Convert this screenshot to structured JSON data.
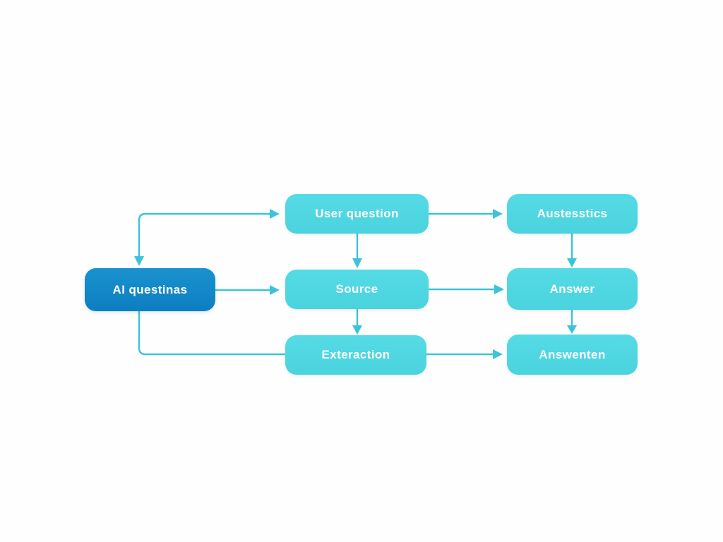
{
  "diagram": {
    "title": "",
    "background_color": "#fefefe",
    "colors": {
      "primary_node": "#1288c9",
      "secondary_node": "#4fd8e2",
      "connector": "#3cc3d9",
      "node_text": "#ffffff"
    },
    "nodes": [
      {
        "id": "ai-questinas",
        "label": "AI questinas",
        "role": "primary",
        "column": "left",
        "row": "middle"
      },
      {
        "id": "user-question",
        "label": "User question",
        "role": "secondary",
        "column": "middle",
        "row": "top"
      },
      {
        "id": "source",
        "label": "Source",
        "role": "secondary",
        "column": "middle",
        "row": "middle"
      },
      {
        "id": "exteraction",
        "label": "Exteraction",
        "role": "secondary",
        "column": "middle",
        "row": "bottom"
      },
      {
        "id": "austesstics",
        "label": "Austesstics",
        "role": "secondary",
        "column": "right",
        "row": "top"
      },
      {
        "id": "answer",
        "label": "Answer",
        "role": "secondary",
        "column": "right",
        "row": "middle"
      },
      {
        "id": "answenten",
        "label": "Answenten",
        "role": "secondary",
        "column": "right",
        "row": "bottom"
      }
    ],
    "edges": [
      {
        "from": "ai-questinas",
        "to": "user-question",
        "shape": "elbow-up-then-right",
        "arrowheads": [
          "down-into-ai-questinas",
          "right-into-user-question"
        ]
      },
      {
        "from": "ai-questinas",
        "to": "source",
        "shape": "straight-right",
        "arrowheads": [
          "right-into-source"
        ]
      },
      {
        "from": "ai-questinas",
        "to": "exteraction",
        "shape": "elbow-down-then-right",
        "arrowheads": []
      },
      {
        "from": "user-question",
        "to": "source",
        "shape": "straight-down",
        "arrowheads": [
          "down-into-source"
        ]
      },
      {
        "from": "source",
        "to": "exteraction",
        "shape": "straight-down",
        "arrowheads": [
          "down-into-exteraction"
        ]
      },
      {
        "from": "user-question",
        "to": "austesstics",
        "shape": "straight-right",
        "arrowheads": [
          "right-into-austesstics"
        ]
      },
      {
        "from": "source",
        "to": "answer",
        "shape": "straight-right",
        "arrowheads": [
          "right-into-answer"
        ]
      },
      {
        "from": "exteraction",
        "to": "answenten",
        "shape": "straight-right",
        "arrowheads": [
          "right-into-answenten"
        ]
      },
      {
        "from": "austesstics",
        "to": "answer",
        "shape": "straight-down",
        "arrowheads": [
          "down-into-answer"
        ]
      },
      {
        "from": "answer",
        "to": "answenten",
        "shape": "straight-down",
        "arrowheads": [
          "down-into-answenten"
        ]
      }
    ]
  }
}
